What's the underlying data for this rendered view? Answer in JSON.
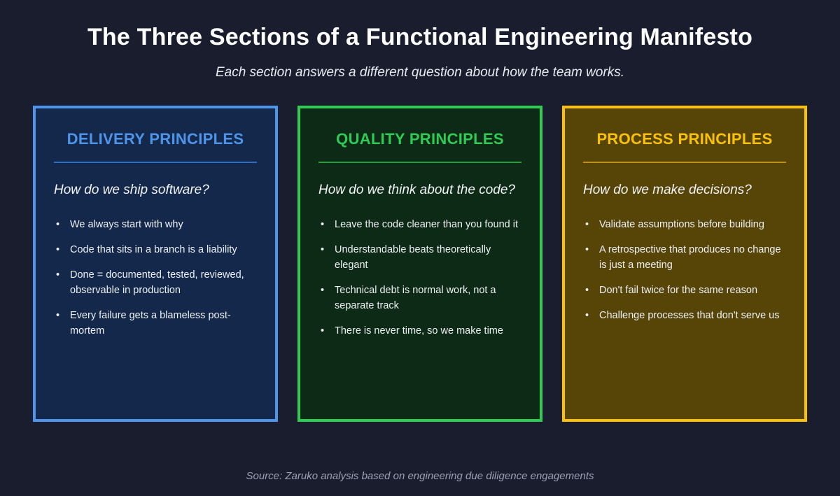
{
  "page": {
    "title": "The Three Sections of a Functional Engineering Manifesto",
    "subtitle": "Each section answers a different question about how the team works.",
    "source": "Source: Zaruko analysis based on engineering due diligence engagements",
    "background_color": "#1a1d2d"
  },
  "cards": [
    {
      "title": "DELIVERY PRINCIPLES",
      "question": "How do we ship software?",
      "bullets": [
        "We always start with why",
        "Code that sits in a branch is a liability",
        "Done = documented, tested, reviewed, observable in production",
        "Every failure gets a blameless post-mortem"
      ],
      "colors": {
        "accent": "#4e95e9",
        "background": "#13284a",
        "divider": "#2e6fc4"
      }
    },
    {
      "title": "QUALITY PRINCIPLES",
      "question": "How do we think about the code?",
      "bullets": [
        "Leave the code cleaner than you found it",
        "Understandable beats theoretically elegant",
        "Technical debt is normal work, not a separate track",
        "There is never time, so we make time"
      ],
      "colors": {
        "accent": "#2ecb55",
        "background": "#0d2a16",
        "divider": "#1ea23e"
      }
    },
    {
      "title": "PROCESS PRINCIPLES",
      "question": "How do we make decisions?",
      "bullets": [
        "Validate assumptions before building",
        "A retrospective that produces no change is just a meeting",
        "Don't fail twice for the same reason",
        "Challenge processes that don't serve us"
      ],
      "colors": {
        "accent": "#fbc105",
        "background": "#564506",
        "divider": "#c29200"
      }
    }
  ]
}
